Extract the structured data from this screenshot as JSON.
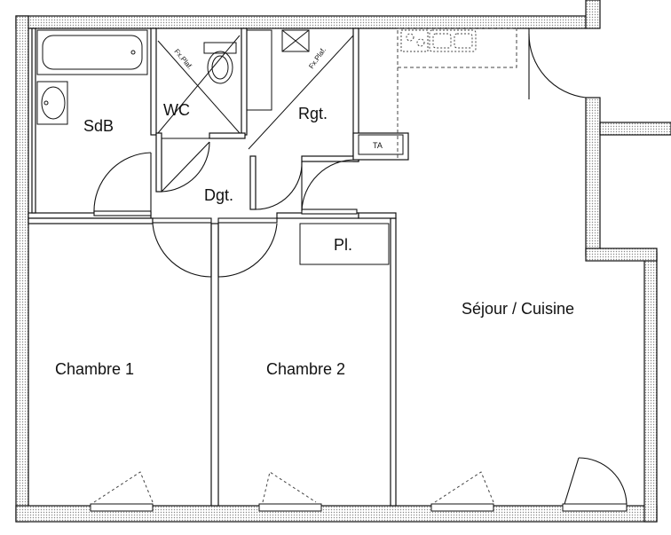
{
  "rooms": {
    "sdb": "SdB",
    "wc": "WC",
    "rgt": "Rgt.",
    "dgt": "Dgt.",
    "pl": "Pl.",
    "sejour": "Séjour / Cuisine",
    "chambre1": "Chambre 1",
    "chambre2": "Chambre 2"
  },
  "annotations": {
    "ta": "TA",
    "fx_plaf_1": "Fx.Plaf.",
    "fx_plaf_2": "Fx.Plaf."
  },
  "colors": {
    "wall_fill": "#d9d9d9",
    "line": "#111111",
    "dashed": "#444444"
  }
}
